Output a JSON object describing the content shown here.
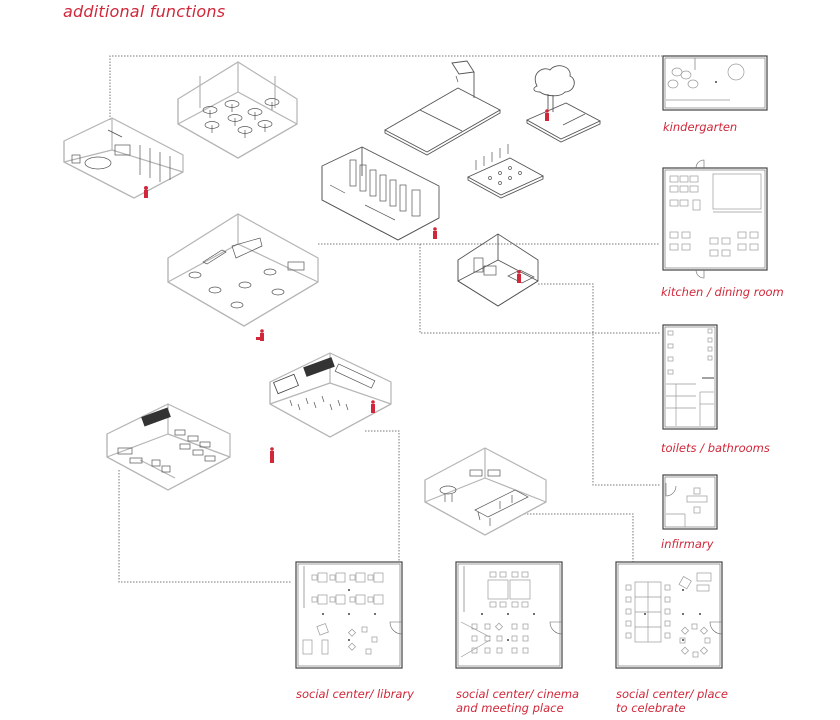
{
  "title": "additional functions",
  "accent_color": "#d0283a",
  "plans": [
    {
      "id": "kindergarten",
      "label": "kindergarten"
    },
    {
      "id": "kitchen",
      "label": "kitchen / dining room"
    },
    {
      "id": "toilets",
      "label": "toilets / bathrooms"
    },
    {
      "id": "infirmary",
      "label": "infirmary"
    },
    {
      "id": "library",
      "label": "social center/ library"
    },
    {
      "id": "cinema",
      "label_line1": "social center/ cinema",
      "label_line2": "and meeting place"
    },
    {
      "id": "celebrate",
      "label_line1": "social center/ place",
      "label_line2": "to celebrate"
    }
  ],
  "isometric_views": [
    {
      "id": "kindergarten-iso",
      "icon": "kindergarten-room-axonometric"
    },
    {
      "id": "cafe-iso",
      "icon": "dining-tables-axonometric"
    },
    {
      "id": "basketball-court",
      "icon": "basketball-court-axonometric"
    },
    {
      "id": "playground-tree",
      "icon": "tree-swing-axonometric"
    },
    {
      "id": "toilets-iso",
      "icon": "toilet-block-axonometric"
    },
    {
      "id": "garden-beds",
      "icon": "planting-beds-axonometric"
    },
    {
      "id": "kitchen-iso",
      "icon": "kitchen-dining-axonometric"
    },
    {
      "id": "infirmary-iso",
      "icon": "infirmary-room-axonometric"
    },
    {
      "id": "library-iso",
      "icon": "library-room-axonometric"
    },
    {
      "id": "cinema-iso",
      "icon": "cinema-room-axonometric"
    },
    {
      "id": "celebrate-iso",
      "icon": "celebration-room-axonometric"
    }
  ]
}
